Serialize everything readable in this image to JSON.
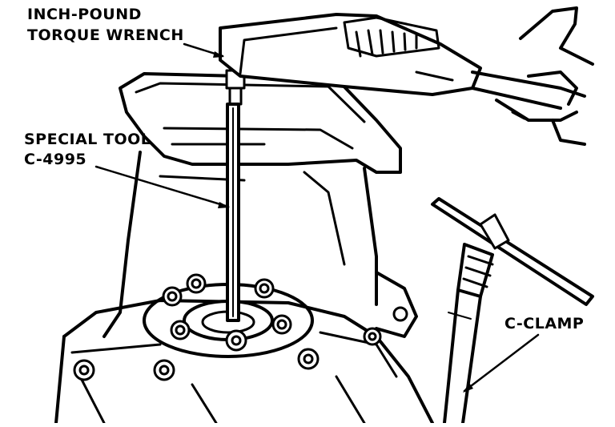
{
  "labels": {
    "torque_wrench_line1": "INCH-POUND",
    "torque_wrench_line2": "TORQUE WRENCH",
    "special_tool_line1": "SPECIAL TOOL",
    "special_tool_line2": "C-4995",
    "c_clamp": "C-CLAMP"
  }
}
